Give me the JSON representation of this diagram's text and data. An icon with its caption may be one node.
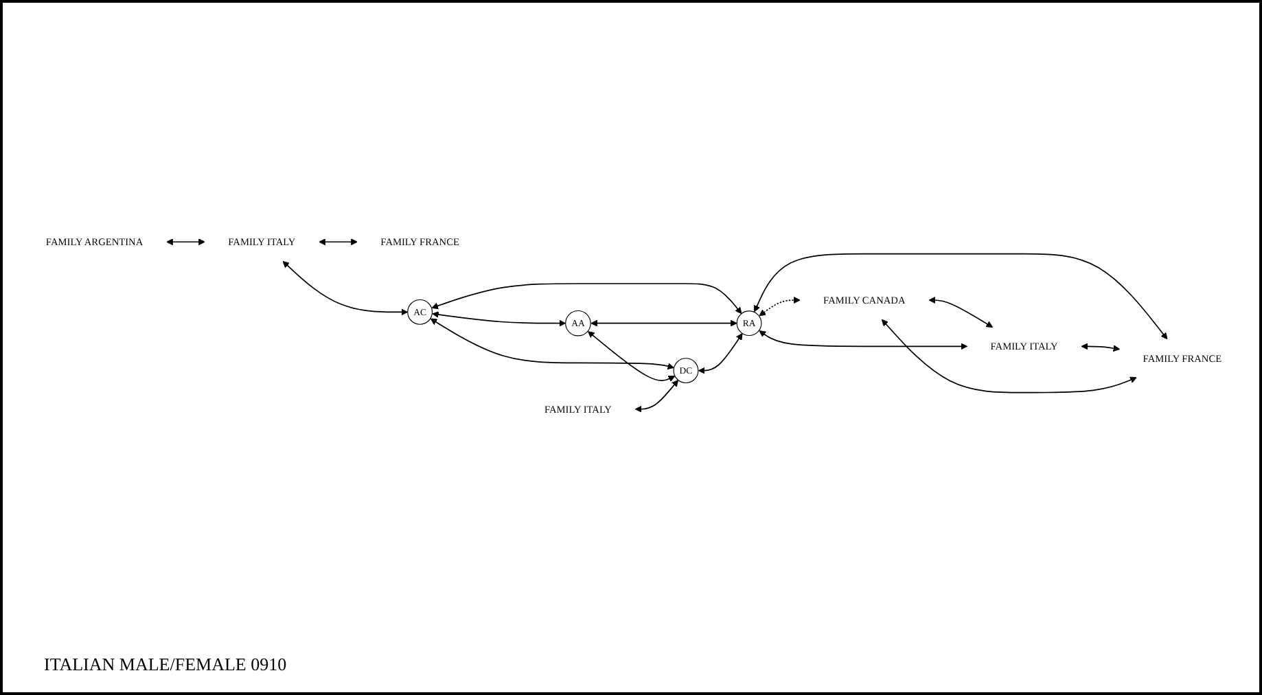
{
  "diagram": {
    "nodes": [
      {
        "text": [
          "FAMILY ARGENTINA"
        ]
      },
      {
        "text": [
          "FAMILY ITALY"
        ]
      },
      {
        "text": [
          "FAMILY FRANCE"
        ]
      },
      {
        "text": [
          "AC"
        ]
      },
      {
        "text": [
          "AA"
        ]
      },
      {
        "text": [
          "DC"
        ]
      },
      {
        "text": [
          "RA"
        ]
      },
      {
        "text": [
          "FAMILY ITALY"
        ]
      },
      {
        "text": [
          "FAMILY CANADA"
        ]
      },
      {
        "text": [
          "FAMILY ITALY"
        ]
      },
      {
        "text": [
          "FAMILY FRANCE"
        ]
      }
    ],
    "edges": [
      {
        "from": 0,
        "to": 1,
        "arrow": "both"
      },
      {
        "from": 1,
        "to": 2,
        "arrow": "both"
      },
      {
        "from": 1,
        "to": 3,
        "arrow": "both"
      },
      {
        "from": 3,
        "to": 4,
        "arrow": "both"
      },
      {
        "from": 3,
        "to": 5,
        "arrow": "both"
      },
      {
        "from": 3,
        "to": 6,
        "arrow": "both"
      },
      {
        "from": 4,
        "to": 5,
        "arrow": "both"
      },
      {
        "from": 4,
        "to": 6,
        "arrow": "both"
      },
      {
        "from": 5,
        "to": 6,
        "arrow": "both"
      },
      {
        "from": 7,
        "to": 5,
        "arrow": "both"
      },
      {
        "from": 6,
        "to": 8,
        "arrow": "both",
        "style": "dashed"
      },
      {
        "from": 8,
        "to": 9,
        "arrow": "both"
      },
      {
        "from": 6,
        "to": 9,
        "arrow": "both"
      },
      {
        "from": 6,
        "to": 10,
        "arrow": "both"
      },
      {
        "from": 9,
        "to": 10,
        "arrow": "both"
      },
      {
        "from": 8,
        "to": 10,
        "arrow": "both"
      }
    ],
    "labels": [
      "ITALIAN MALE/FEMALE 0910"
    ]
  }
}
